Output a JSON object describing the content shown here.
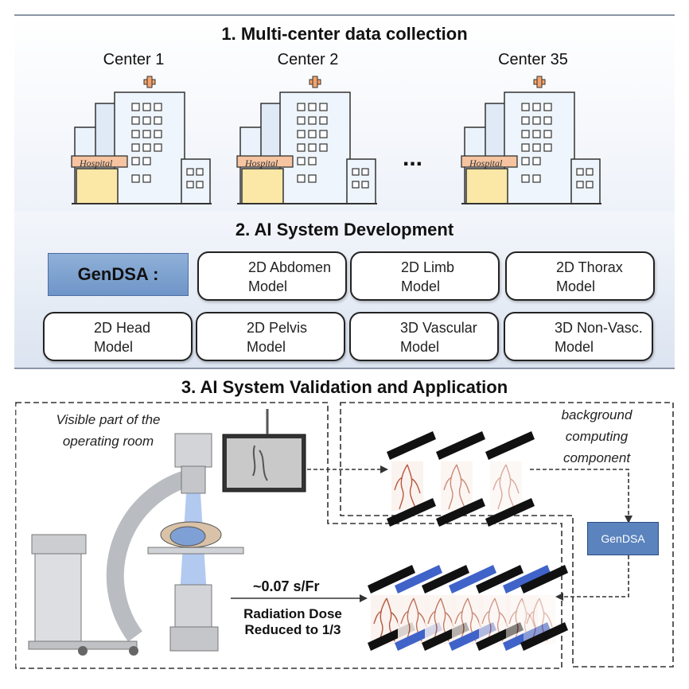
{
  "section1": {
    "title": "1. Multi-center data collection",
    "centers": [
      "Center 1",
      "Center 2",
      "Center 35"
    ],
    "hospital_sign": "Hospital",
    "ellipsis": "..."
  },
  "section2": {
    "title": "2. AI System Development",
    "label": "GenDSA :",
    "models": [
      {
        "line1": "2D Abdomen",
        "line2": "Model"
      },
      {
        "line1": "2D Limb",
        "line2": "Model"
      },
      {
        "line1": "2D Thorax",
        "line2": "Model"
      },
      {
        "line1": "2D Head",
        "line2": "Model"
      },
      {
        "line1": "2D Pelvis",
        "line2": "Model"
      },
      {
        "line1": "3D Vascular",
        "line2": "Model"
      },
      {
        "line1": "3D Non-Vasc.",
        "line2": "Model"
      }
    ]
  },
  "section3": {
    "title": "3. AI System Validation and Application",
    "visible_note_line1": "Visible part of the",
    "visible_note_line2": "operating room",
    "bg_note_line1": "background",
    "bg_note_line2": "computing",
    "bg_note_line3": "component",
    "gendsa_box": "GenDSA",
    "frame_rate": "~0.07 s/Fr",
    "dose_line1": "Radiation Dose",
    "dose_line2": "Reduced to 1/3"
  },
  "colors": {
    "accent_blue": "#5b83bd",
    "label_blue": "#7a9ed0",
    "node_purple": "#a98fd8",
    "node_blue": "#4a78c2",
    "frame_dark": "#111111",
    "frame_blue": "#3f63c8"
  }
}
